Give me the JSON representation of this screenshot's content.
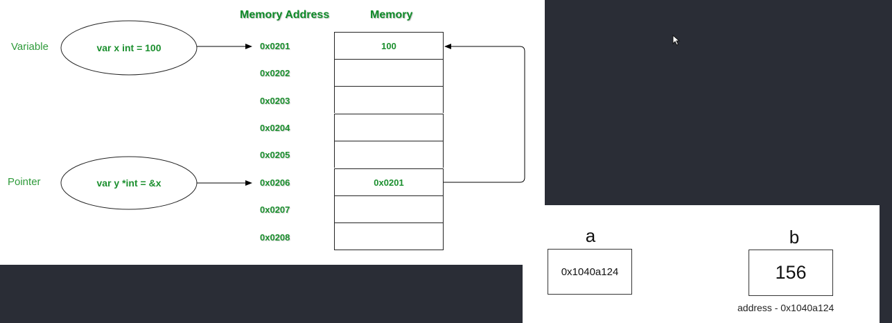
{
  "diagram": {
    "header_address": "Memory Address",
    "header_memory": "Memory",
    "variable_label": "Variable",
    "pointer_label": "Pointer",
    "variable_decl": "var x int = 100",
    "pointer_decl": "var y *int = &x",
    "addresses": [
      "0x0201",
      "0x0202",
      "0x0203",
      "0x0204",
      "0x0205",
      "0x0206",
      "0x0207",
      "0x0208"
    ],
    "memory_values": [
      "100",
      "",
      "",
      "",
      "",
      "0x0201",
      "",
      ""
    ],
    "colors": {
      "green": "#1b8f2e",
      "border": "#222222"
    }
  },
  "variables": {
    "a": {
      "name": "a",
      "value": "0x1040a124"
    },
    "b": {
      "name": "b",
      "value": "156",
      "address_note": "address - 0x1040a124"
    }
  },
  "icons": {
    "cursor": "mouse-pointer-icon"
  },
  "colors": {
    "dark_bg": "#2a2d36",
    "panel_bg": "#ffffff"
  }
}
